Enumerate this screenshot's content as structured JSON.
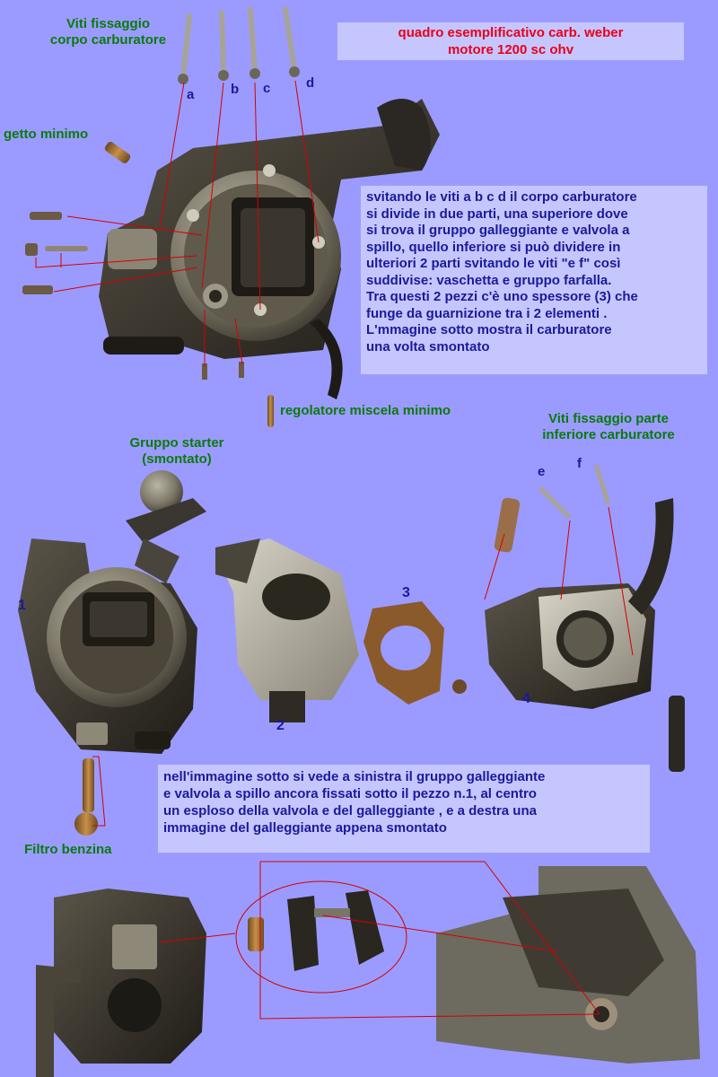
{
  "title_box": {
    "line1": "quadro esemplificativo carb. weber",
    "line2": "motore 1200 sc ohv"
  },
  "labels": {
    "viti_corpo_1": "Viti fissaggio",
    "viti_corpo_2": "corpo carburatore",
    "getto_minimo": "getto minimo",
    "regolatore": "regolatore miscela minimo",
    "gruppo_starter_1": "Gruppo starter",
    "gruppo_starter_2": "(smontato)",
    "viti_parte_1": "Viti fissaggio parte",
    "viti_parte_2": "inferiore carburatore",
    "filtro": "Filtro benzina"
  },
  "letters": {
    "a": "a",
    "b": "b",
    "c": "c",
    "d": "d",
    "e": "e",
    "f": "f"
  },
  "numbers": {
    "n1": "1",
    "n2": "2",
    "n3": "3",
    "n4": "4"
  },
  "info_box_1": [
    "svitando le viti a b c d il corpo carburatore",
    "si divide in due parti, una superiore dove",
    "si trova il gruppo galleggiante e valvola a",
    "spillo, quello inferiore si può dividere in",
    "ulteriori 2 parti svitando le viti \"e f\" così",
    "suddivise: vaschetta e gruppo farfalla.",
    "Tra questi 2 pezzi c'è uno spessore (3) che",
    "funge da guarnizione tra i 2 elementi .",
    "L'mmagine sotto mostra il carburatore",
    "una volta smontato"
  ],
  "info_box_2": [
    "nell'immagine sotto si vede a sinistra il gruppo galleggiante",
    "e valvola a spillo ancora fissati sotto il pezzo n.1, al centro",
    "un esploso della valvola e del galleggiante , e a destra una",
    "immagine del galleggiante appena smontato"
  ],
  "colors": {
    "background": "#9b9bff",
    "green_text": "#0b7a0b",
    "blue_text": "#1a1a9a",
    "red_title": "#e8001a",
    "leader_line": "#d40000",
    "box_fill": "#c6c6ff"
  }
}
